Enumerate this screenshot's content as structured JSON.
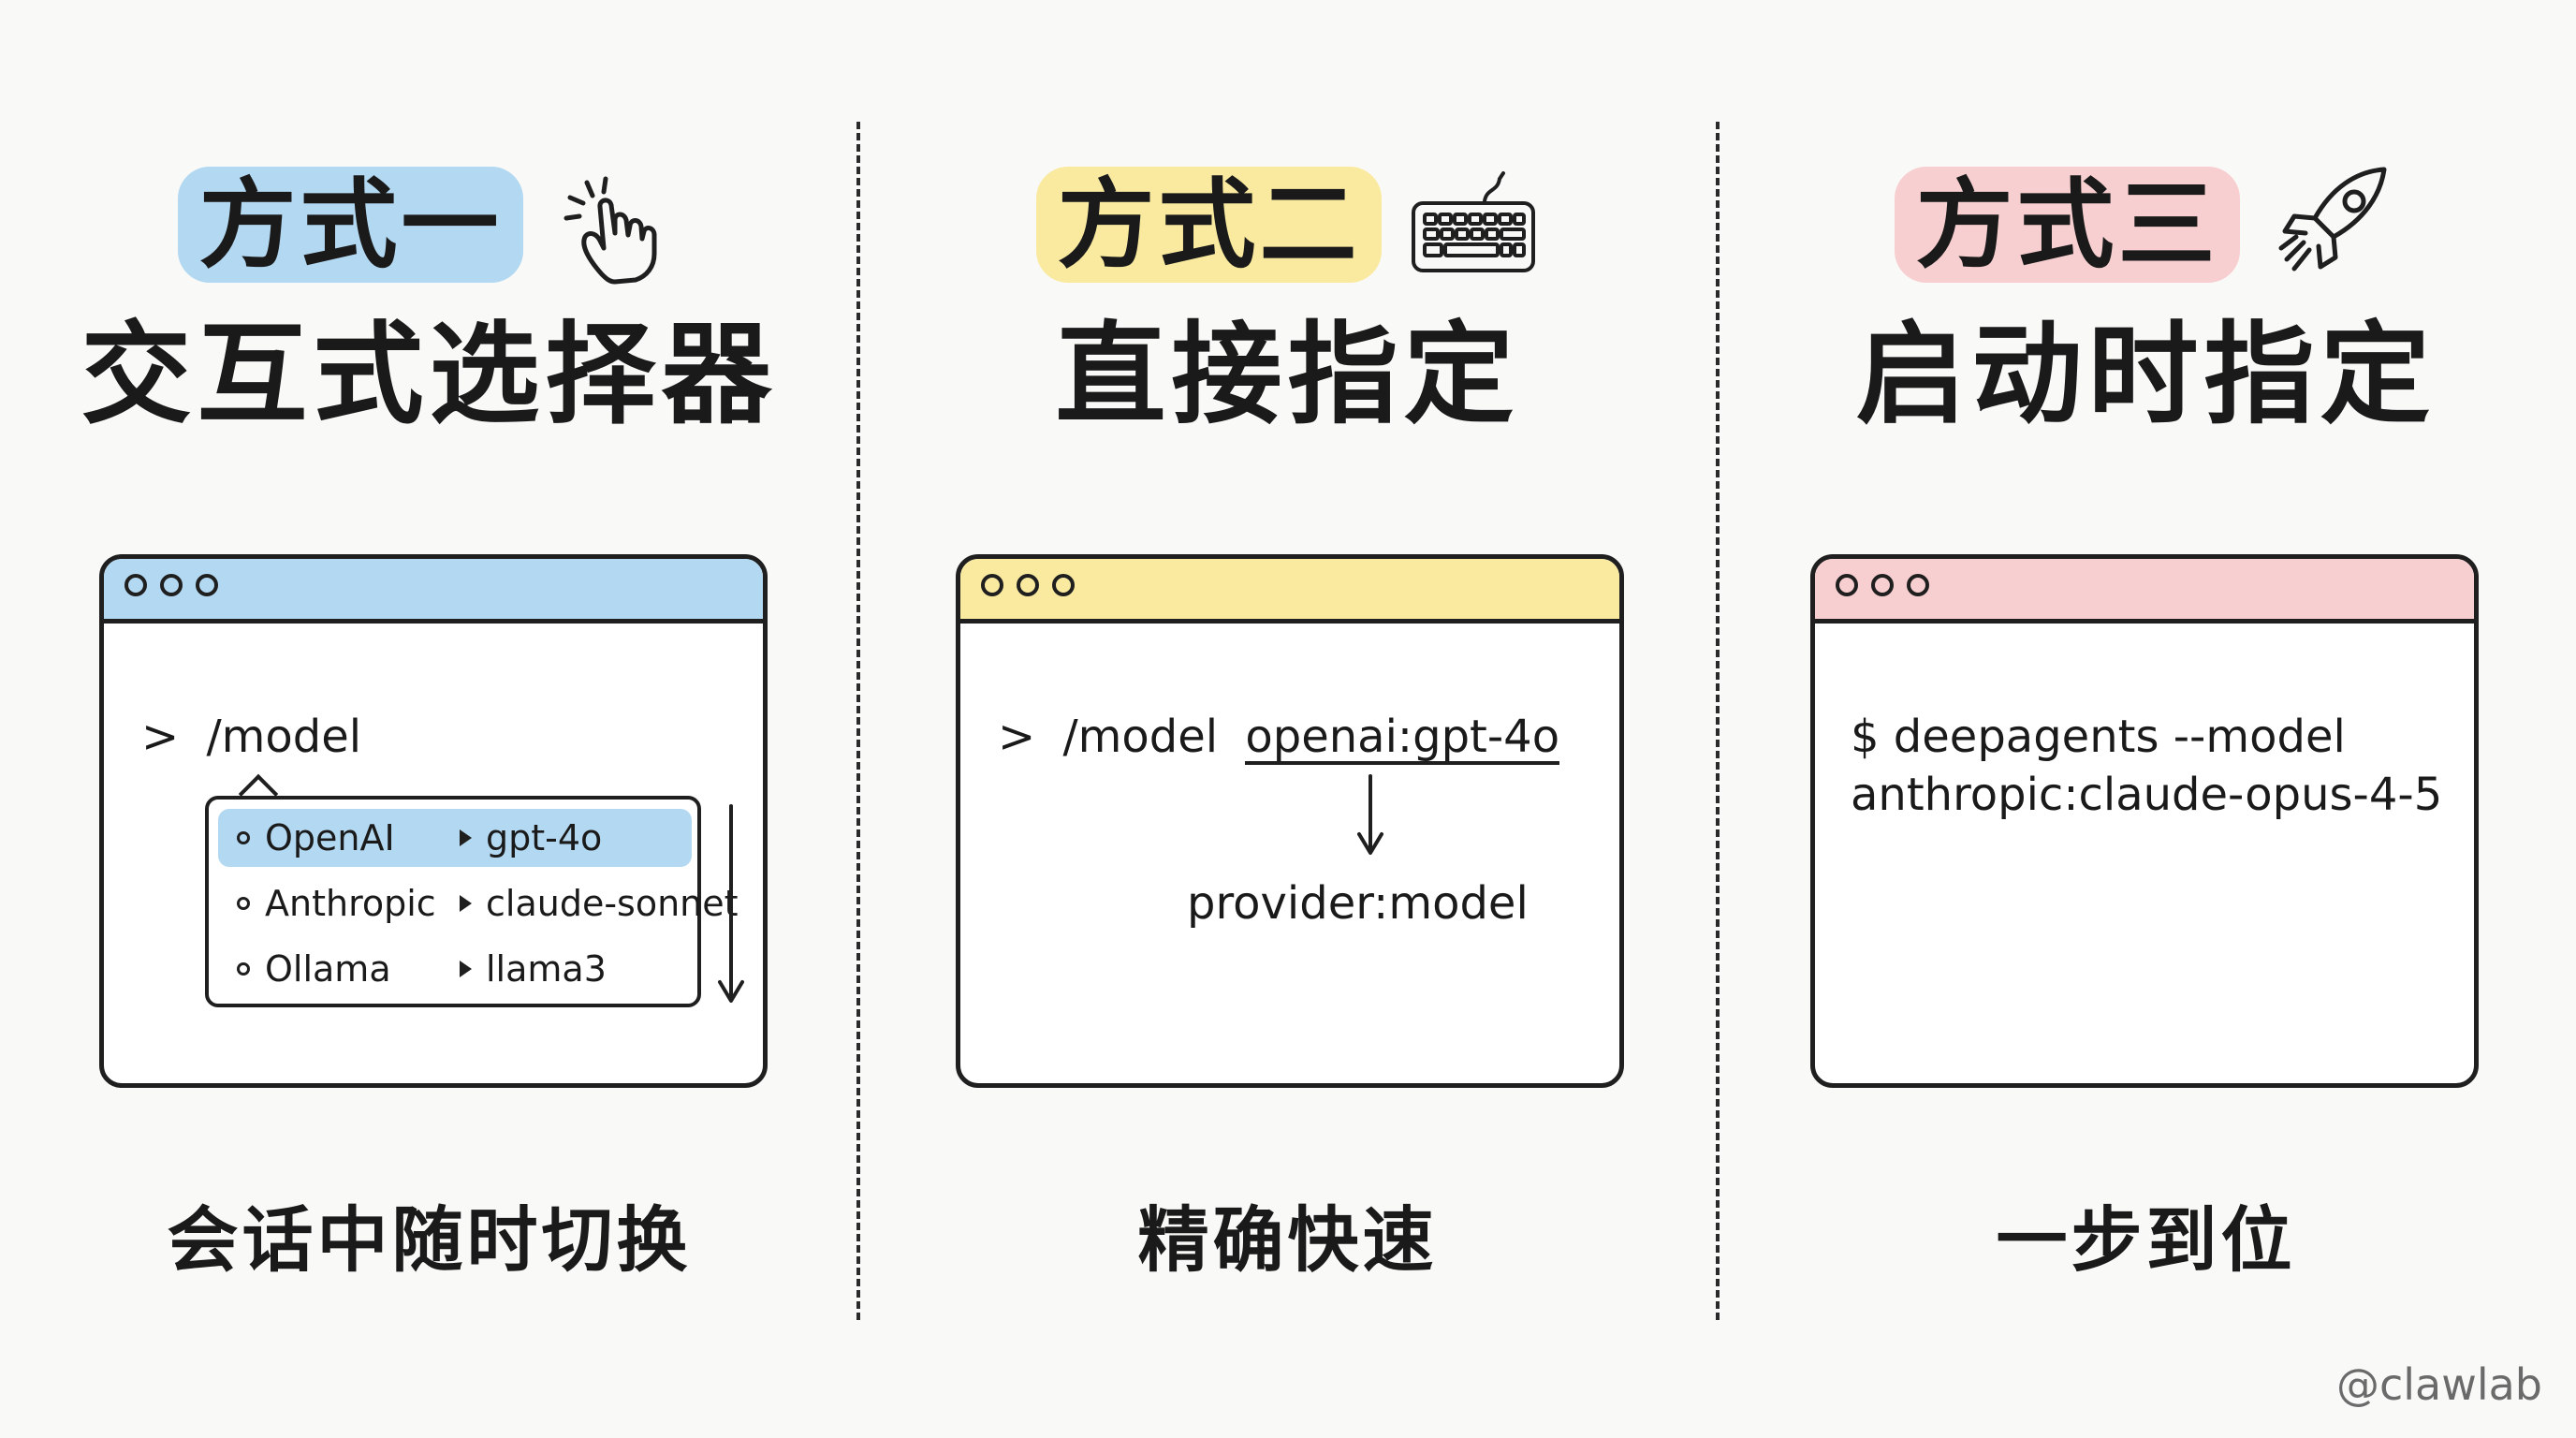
{
  "colors": {
    "blue": "#b3d8f2",
    "yellow": "#faeaa0",
    "pink": "#f8cfd0",
    "ink": "#1f1f1f",
    "background": "#f9f9f7"
  },
  "methods": [
    {
      "badge": "方式一",
      "badge_icon": "pointing-hand-icon",
      "title": "交互式选择器",
      "terminal": {
        "prompt": ">",
        "command": "/model",
        "options": [
          {
            "provider": "OpenAI",
            "model": "gpt-4o",
            "selected": true
          },
          {
            "provider": "Anthropic",
            "model": "claude-sonnet",
            "selected": false
          },
          {
            "provider": "Ollama",
            "model": "llama3",
            "selected": false
          }
        ]
      },
      "caption": "会话中随时切换"
    },
    {
      "badge": "方式二",
      "badge_icon": "keyboard-icon",
      "title": "直接指定",
      "terminal": {
        "prompt": ">",
        "command": "/model",
        "argument": "openai:gpt-4o",
        "annotation": "provider:model"
      },
      "caption": "精确快速"
    },
    {
      "badge": "方式三",
      "badge_icon": "rocket-icon",
      "title": "启动时指定",
      "terminal": {
        "line1": "$ deepagents --model",
        "line2": "anthropic:claude-opus-4-5"
      },
      "caption": "一步到位"
    }
  ],
  "watermark": "@clawlab"
}
